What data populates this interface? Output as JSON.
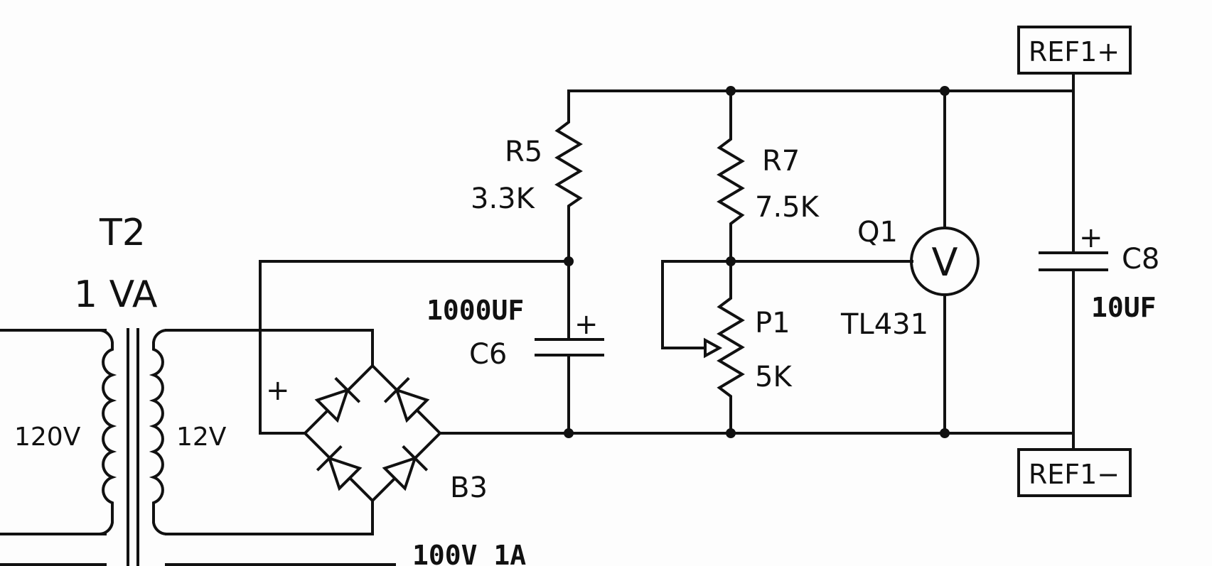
{
  "transformer": {
    "ref": "T2",
    "rating": "1 VA",
    "primary_voltage": "120V",
    "secondary_voltage": "12V"
  },
  "bridge": {
    "ref": "B3",
    "rating": "100V 1A",
    "plus_mark": "+"
  },
  "r5": {
    "ref": "R5",
    "value": "3.3K"
  },
  "r7": {
    "ref": "R7",
    "value": "7.5K"
  },
  "c6": {
    "ref": "C6",
    "value": "1000UF",
    "plus_mark": "+"
  },
  "p1": {
    "ref": "P1",
    "value": "5K"
  },
  "q1": {
    "ref": "Q1",
    "part": "TL431",
    "symbol": "V"
  },
  "c8": {
    "ref": "C8",
    "value": "10UF",
    "plus_mark": "+"
  },
  "terminals": {
    "pos": "REF1+",
    "neg": "REF1−"
  }
}
